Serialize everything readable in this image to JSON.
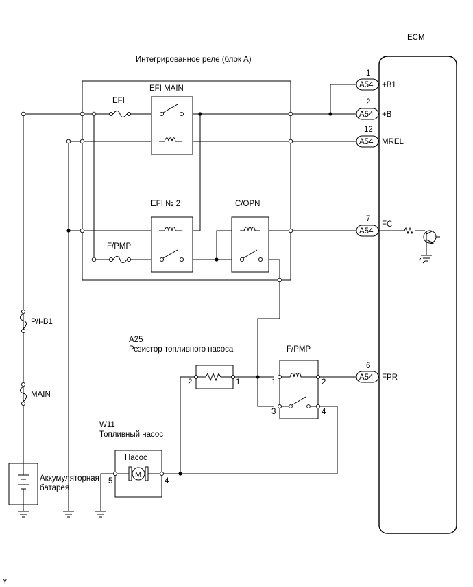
{
  "ecm": {
    "label": "ECM"
  },
  "relay_block": {
    "label": "Интегрированное реле (блок A)"
  },
  "relays": {
    "efi_fuse": "EFI",
    "efi_main": "EFI MAIN",
    "efi_no2": "EFI № 2",
    "fpmp_fuse": "F/PMP",
    "c_opn": "C/OPN",
    "fpmp_relay": "F/PMP"
  },
  "fuses": {
    "pib1": "P/I-B1",
    "main": "MAIN"
  },
  "battery": {
    "line1": "Аккумуляторная",
    "line2": "батарея"
  },
  "resistor": {
    "code": "A25",
    "label": "Резистор топливного насоса",
    "pin_left": "2",
    "pin_right": "1"
  },
  "pump": {
    "code": "W11",
    "label": "Топливный насос",
    "name": "Насос",
    "motor": "M",
    "pin_left": "5",
    "pin_right": "4"
  },
  "fpmp_pins": {
    "p1": "1",
    "p2": "2",
    "p3": "3",
    "p4": "4"
  },
  "ecm_pins": [
    {
      "num": "1",
      "conn": "A54",
      "name": "+B1"
    },
    {
      "num": "2",
      "conn": "A54",
      "name": "+B"
    },
    {
      "num": "12",
      "conn": "A54",
      "name": "MREL"
    },
    {
      "num": "7",
      "conn": "A54",
      "name": "FC"
    },
    {
      "num": "6",
      "conn": "A54",
      "name": "FPR"
    }
  ],
  "footer": {
    "mark": "Y"
  }
}
